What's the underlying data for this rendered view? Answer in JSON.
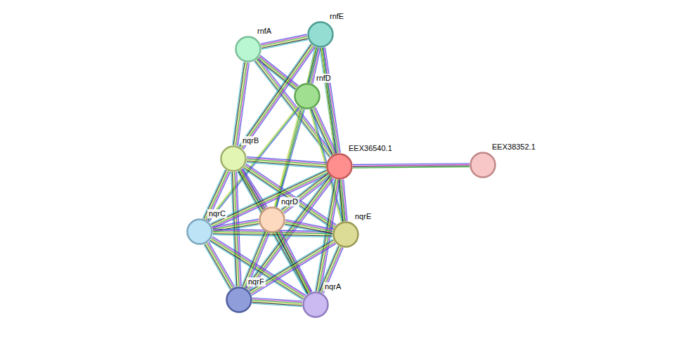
{
  "diagram": {
    "nodes": [
      {
        "text": [
          "rnfE"
        ]
      },
      {
        "text": [
          "rnfA"
        ]
      },
      {
        "text": [
          "rnfD"
        ]
      },
      {
        "text": [
          "nqrB"
        ]
      },
      {
        "text": [
          "EEX36540.1"
        ]
      },
      {
        "text": [
          "EEX38352.1"
        ]
      },
      {
        "text": [
          "nqrD"
        ]
      },
      {
        "text": [
          "nqrC"
        ]
      },
      {
        "text": [
          "nqrE"
        ]
      },
      {
        "text": [
          "nqrF"
        ]
      },
      {
        "text": [
          "nqrA"
        ]
      }
    ],
    "edges": [
      {
        "from": 1,
        "to": 0,
        "arrow": "none"
      },
      {
        "from": 1,
        "to": 2,
        "arrow": "none"
      },
      {
        "from": 1,
        "to": 4,
        "arrow": "none"
      },
      {
        "from": 1,
        "to": 3,
        "arrow": "none"
      },
      {
        "from": 0,
        "to": 2,
        "arrow": "none"
      },
      {
        "from": 0,
        "to": 4,
        "arrow": "none"
      },
      {
        "from": 0,
        "to": 3,
        "arrow": "none"
      },
      {
        "from": 0,
        "to": 8,
        "arrow": "none"
      },
      {
        "from": 0,
        "to": 6,
        "arrow": "none"
      },
      {
        "from": 2,
        "to": 4,
        "arrow": "none"
      },
      {
        "from": 2,
        "to": 8,
        "arrow": "none"
      },
      {
        "from": 2,
        "to": 7,
        "arrow": "none"
      },
      {
        "from": 2,
        "to": 6,
        "arrow": "none"
      },
      {
        "from": 3,
        "to": 4,
        "arrow": "none"
      },
      {
        "from": 3,
        "to": 7,
        "arrow": "none"
      },
      {
        "from": 3,
        "to": 6,
        "arrow": "none"
      },
      {
        "from": 3,
        "to": 8,
        "arrow": "none"
      },
      {
        "from": 3,
        "to": 9,
        "arrow": "none"
      },
      {
        "from": 3,
        "to": 10,
        "arrow": "none"
      },
      {
        "from": 4,
        "to": 5,
        "arrow": "none"
      },
      {
        "from": 4,
        "to": 7,
        "arrow": "none"
      },
      {
        "from": 4,
        "to": 6,
        "arrow": "none"
      },
      {
        "from": 4,
        "to": 8,
        "arrow": "none"
      },
      {
        "from": 4,
        "to": 9,
        "arrow": "none"
      },
      {
        "from": 4,
        "to": 10,
        "arrow": "none"
      },
      {
        "from": 7,
        "to": 6,
        "arrow": "none"
      },
      {
        "from": 7,
        "to": 8,
        "arrow": "none"
      },
      {
        "from": 7,
        "to": 9,
        "arrow": "none"
      },
      {
        "from": 7,
        "to": 10,
        "arrow": "none"
      },
      {
        "from": 6,
        "to": 8,
        "arrow": "none"
      },
      {
        "from": 6,
        "to": 9,
        "arrow": "none"
      },
      {
        "from": 6,
        "to": 10,
        "arrow": "none"
      },
      {
        "from": 8,
        "to": 9,
        "arrow": "none"
      },
      {
        "from": 8,
        "to": 10,
        "arrow": "none"
      },
      {
        "from": 9,
        "to": 10,
        "arrow": "none"
      }
    ]
  }
}
